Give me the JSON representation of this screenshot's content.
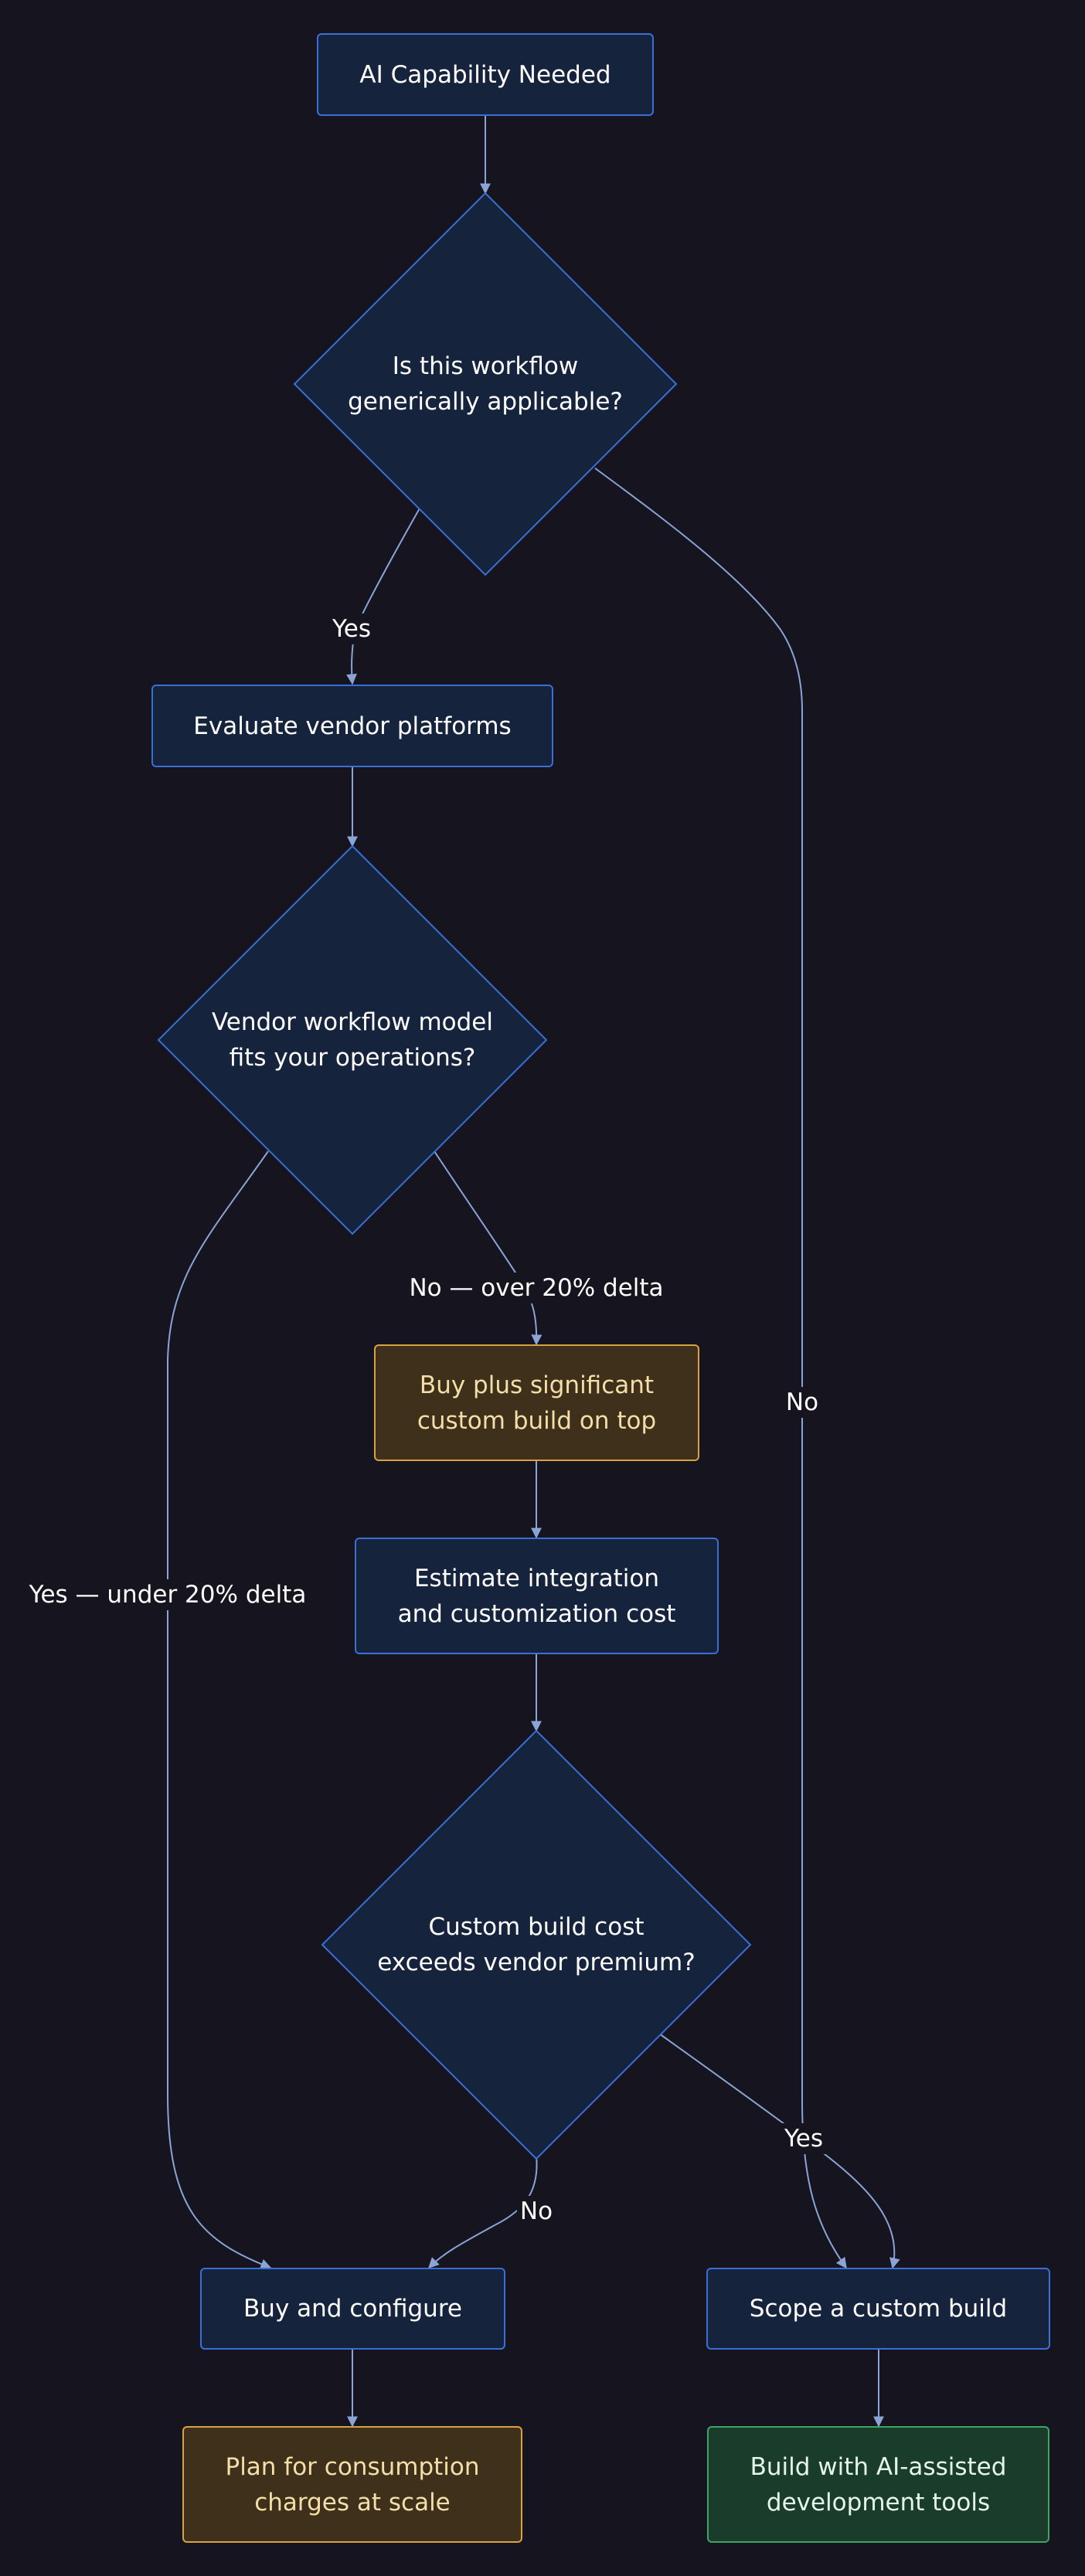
{
  "colors": {
    "background": "#15141f",
    "node_fill": "#16233c",
    "node_stroke": "#3b6fd8",
    "edge": "#8aa4d6",
    "warn_fill": "#3e301b",
    "warn_stroke": "#d9a13f",
    "good_fill": "#193d2a",
    "good_stroke": "#3fa463"
  },
  "nodes": {
    "start": "AI Capability Needed",
    "q_generic": "Is this workflow\ngenerically applicable?",
    "evaluate": "Evaluate vendor platforms",
    "q_fit": "Vendor workflow model\nfits your operations?",
    "buy_plus": "Buy plus significant\ncustom build on top",
    "estimate": "Estimate integration\nand customization cost",
    "q_cost": "Custom build cost\nexceeds vendor premium?",
    "buy_configure": "Buy and configure",
    "scope": "Scope a custom build",
    "plan": "Plan for consumption\ncharges at scale",
    "build": "Build with AI-assisted\ndevelopment tools"
  },
  "edge_labels": {
    "generic_yes": "Yes",
    "generic_no": "No",
    "fit_no": "No — over 20% delta",
    "fit_yes": "Yes — under 20% delta",
    "cost_yes": "Yes",
    "cost_no": "No"
  }
}
